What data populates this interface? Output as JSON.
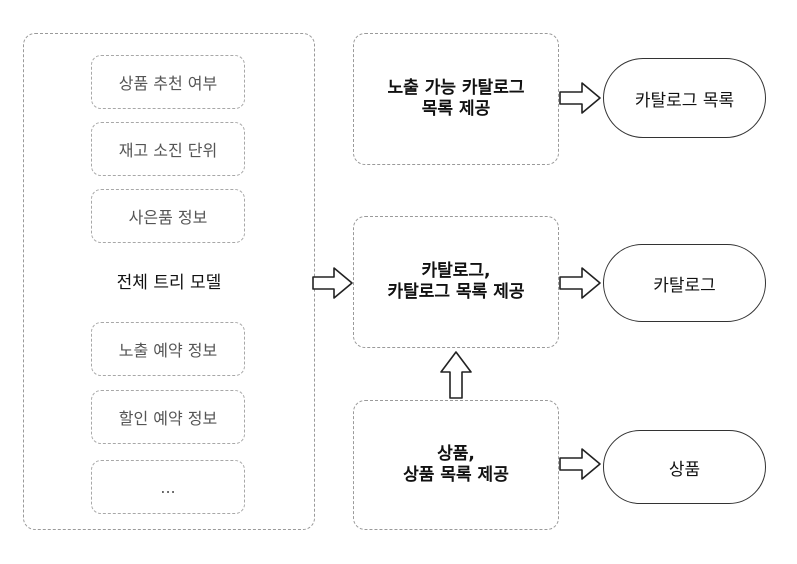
{
  "entire_tree_model": {
    "label": "전체 트리 모델",
    "attributes": [
      "상품 추천 여부",
      "재고 소진 단위",
      "사은품 정보"
    ],
    "attributes_lower": [
      "노출 예약 정보",
      "할인 예약 정보",
      "..."
    ]
  },
  "services": {
    "top": {
      "line1": "노출 가능 카탈로그",
      "line2": "목록 제공"
    },
    "middle": {
      "line1": "카탈로그,",
      "line2": "카탈로그 목록 제공"
    },
    "bottom": {
      "line1": "상품,",
      "line2": "상품 목록 제공"
    }
  },
  "outputs": {
    "top": "카탈로그 목록",
    "middle": "카탈로그",
    "bottom": "상품"
  }
}
